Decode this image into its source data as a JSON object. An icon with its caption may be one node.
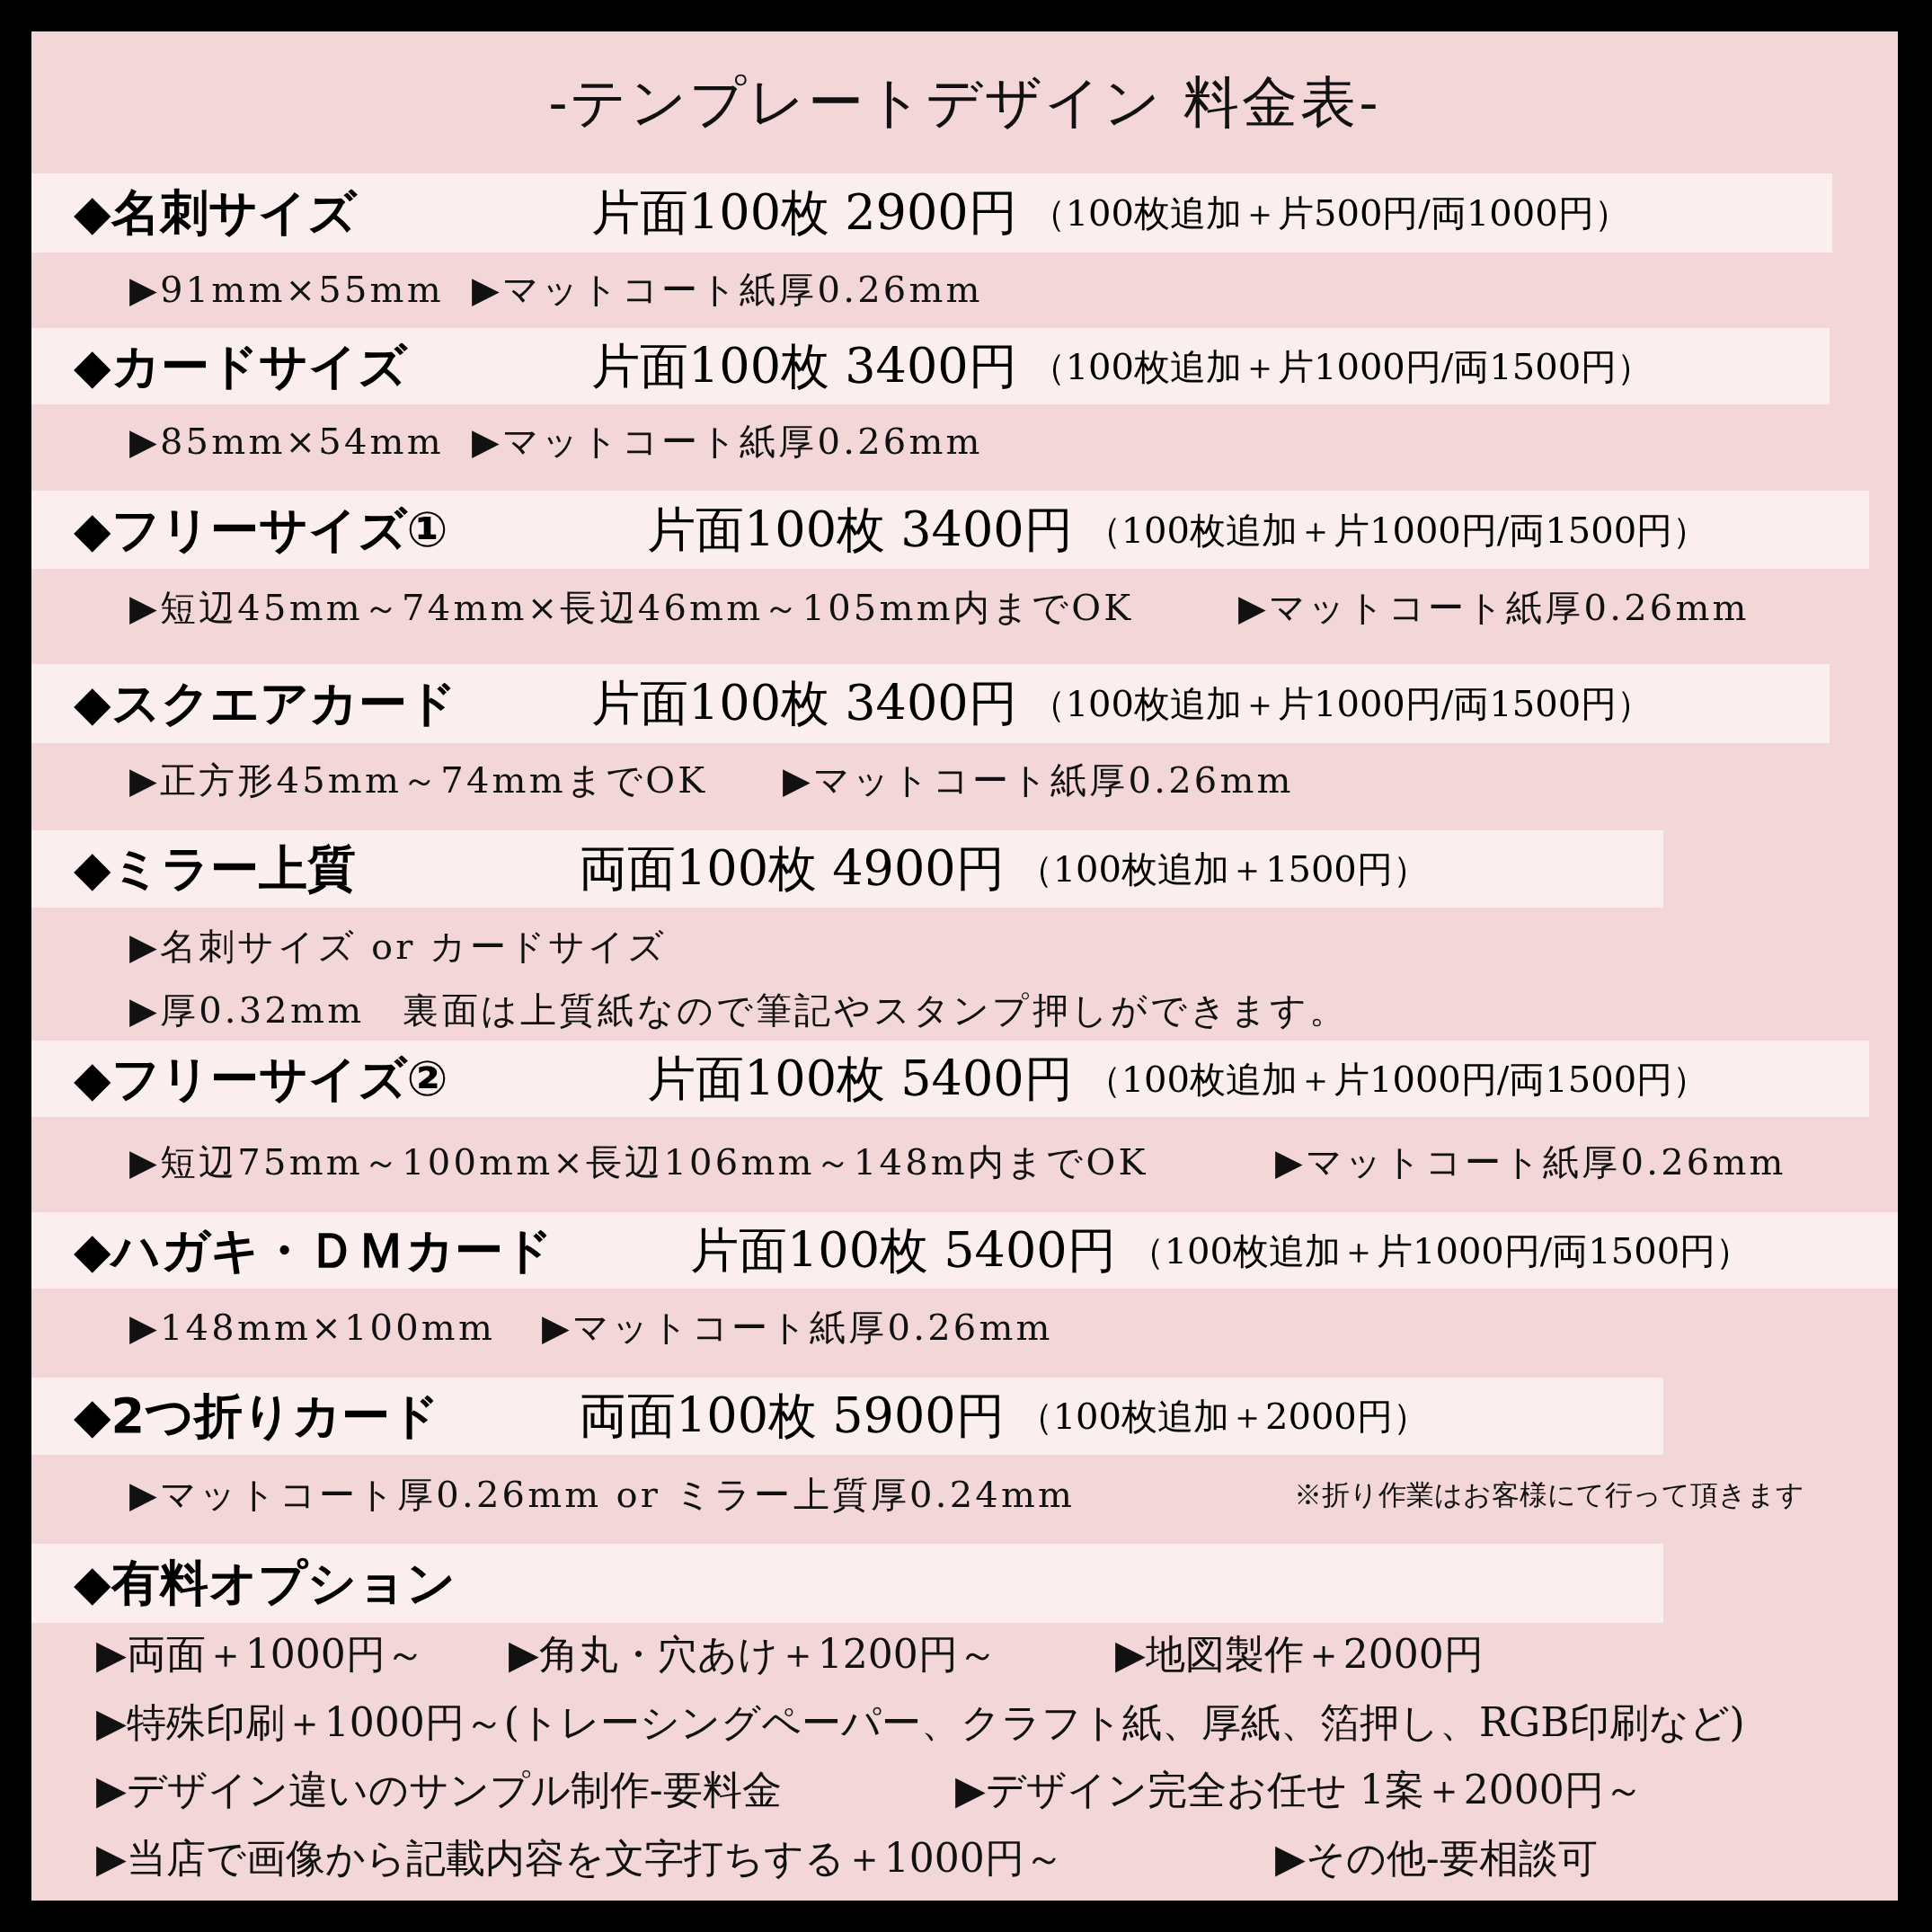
{
  "diagram": {
    "title": "-テンプレートデザイン 料金表-",
    "nodes": [
      {
        "text": [
          "◆名刺サイズ",
          "片面100枚 2900円",
          "（100枚追加＋片500円/両1000円）"
        ]
      },
      {
        "text": [
          "◆カードサイズ",
          "片面100枚 3400円",
          "（100枚追加＋片1000円/両1500円）"
        ]
      },
      {
        "text": [
          "◆フリーサイズ①",
          "片面100枚 3400円",
          "（100枚追加＋片1000円/両1500円）"
        ]
      },
      {
        "text": [
          "◆スクエアカード",
          "片面100枚 3400円",
          "（100枚追加＋片1000円/両1500円）"
        ]
      },
      {
        "text": [
          "◆ミラー上質",
          "両面100枚 4900円",
          "（100枚追加＋1500円）"
        ]
      },
      {
        "text": [
          "◆フリーサイズ②",
          "片面100枚 5400円",
          "（100枚追加＋片1000円/両1500円）"
        ]
      },
      {
        "text": [
          "◆ハガキ・ＤＭカード",
          "片面100枚 5400円",
          "（100枚追加＋片1000円/両1500円）"
        ]
      },
      {
        "text": [
          "◆2つ折りカード",
          "両面100枚 5900円",
          "（100枚追加＋2000円）"
        ]
      },
      {
        "text": [
          "◆有料オプション"
        ]
      }
    ],
    "labels": [
      "▶91mm×55mm",
      "▶マットコート紙厚0.26mm",
      "▶85mm×54mm",
      "▶マットコート紙厚0.26mm",
      "▶短辺45mm～74mm×長辺46mm～105mm内までOK",
      "▶マットコート紙厚0.26mm",
      "▶正方形45mm～74mmまでOK",
      "▶マットコート紙厚0.26mm",
      "▶名刺サイズ or カードサイズ",
      "▶厚0.32mm　裏面は上質紙なので筆記やスタンプ押しができます。",
      "▶短辺75mm～100mm×長辺106mm～148m内までOK",
      "▶マットコート紙厚0.26mm",
      "▶148mm×100mm",
      "▶マットコート紙厚0.26mm",
      "▶マットコート厚0.26mm or ミラー上質厚0.24mm",
      "※折り作業はお客様にて行って頂きます",
      "▶両面＋1000円～",
      "▶角丸・穴あけ＋1200円～",
      "▶地図製作＋2000円",
      "▶特殊印刷＋1000円～(トレーシングペーパー、クラフト紙、厚紙、箔押し、RGB印刷など)",
      "▶デザイン違いのサンプル制作-要料金",
      "▶デザイン完全お任せ 1案＋2000円～",
      "▶当店で画像から記載内容を文字打ちする＋1000円～",
      "▶その他-要相談可"
    ]
  }
}
